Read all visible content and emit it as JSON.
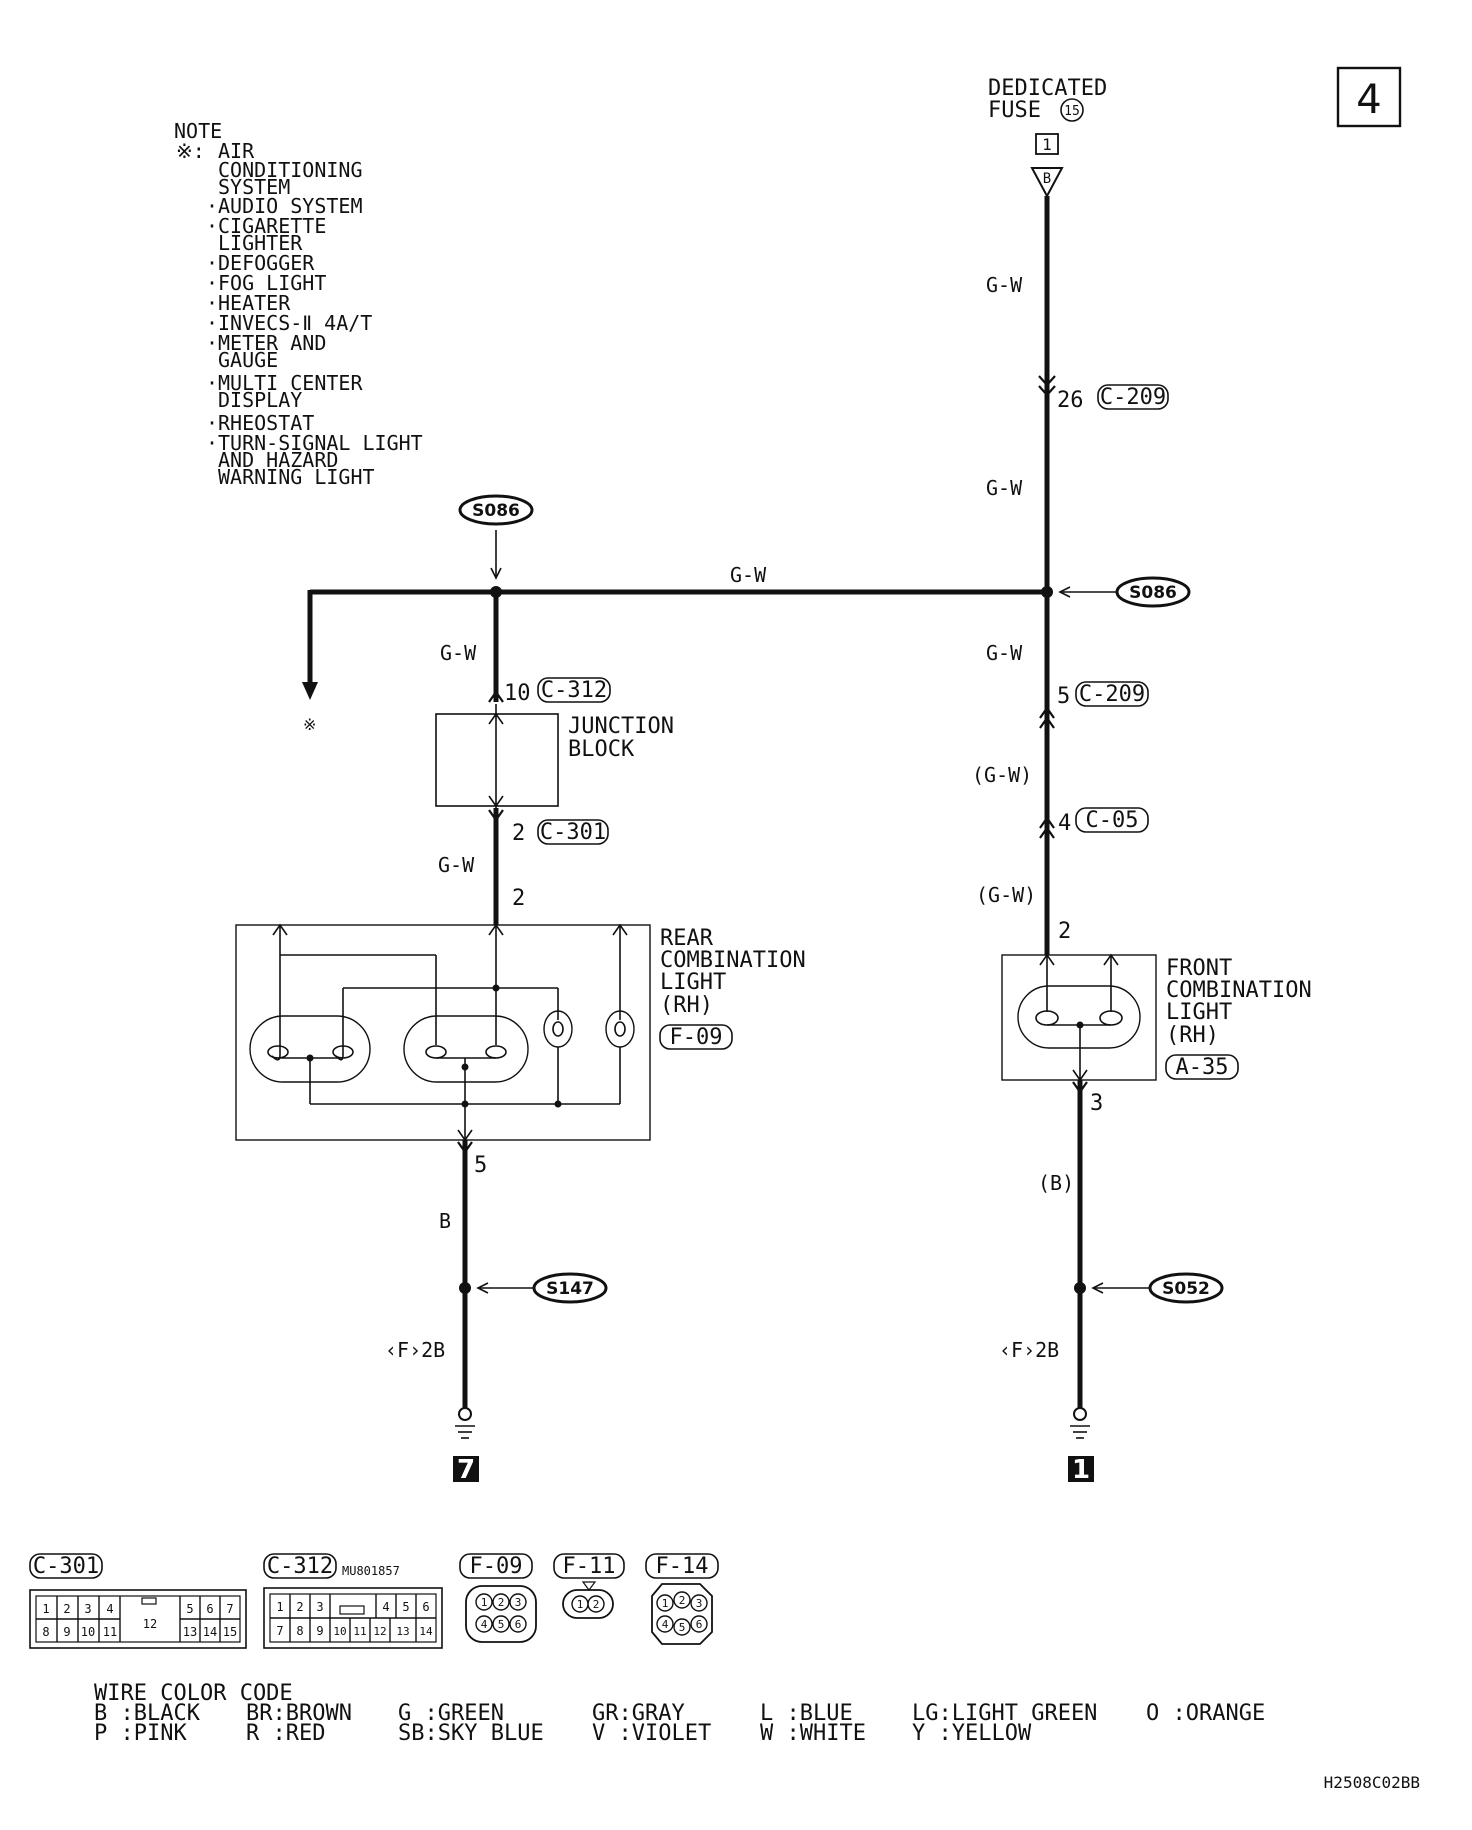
{
  "page_number": "4",
  "note": {
    "title": "NOTE",
    "marker": "※:",
    "items": [
      [
        "AIR",
        "CONDITIONING",
        "SYSTEM"
      ],
      [
        "AUDIO SYSTEM"
      ],
      [
        "CIGARETTE",
        "LIGHTER"
      ],
      [
        "DEFOGGER"
      ],
      [
        "FOG LIGHT"
      ],
      [
        "HEATER"
      ],
      [
        "INVECS-Ⅱ 4A/T"
      ],
      [
        "METER AND",
        "GAUGE"
      ],
      [
        "MULTI CENTER",
        "DISPLAY"
      ],
      [
        "RHEOSTAT"
      ],
      [
        "TURN-SIGNAL LIGHT",
        "AND HAZARD",
        "WARNING LIGHT"
      ]
    ]
  },
  "fuse": {
    "line1": "DEDICATED",
    "line2": "FUSE",
    "number": "15",
    "terminal": "1",
    "connector_letter": "B"
  },
  "wires": {
    "gw": "G-W",
    "gw_paren": "(G-W)",
    "b": "B",
    "b_paren": "(B)",
    "ground_code": "‹F›2B"
  },
  "splices": {
    "top_left": "S086",
    "top_right": "S086",
    "bottom_left": "S147",
    "bottom_right": "S052"
  },
  "connectors": {
    "c209_upper_pin": "26",
    "c209_upper": "C-209",
    "c312_pin": "10",
    "c312": "C-312",
    "c301_pin": "2",
    "c301": "C-301",
    "rear_pin_in": "2",
    "rear_pin_out": "5",
    "c209_lower_pin": "5",
    "c209_lower": "C-209",
    "c05_pin": "4",
    "c05": "C-05",
    "front_pin_in": "2",
    "front_pin_out": "3"
  },
  "components": {
    "junction_block": [
      "JUNCTION",
      "BLOCK"
    ],
    "rear_light": [
      "REAR",
      "COMBINATION",
      "LIGHT",
      "(RH)"
    ],
    "rear_light_conn": "F-09",
    "front_light": [
      "FRONT",
      "COMBINATION",
      "LIGHT",
      "(RH)"
    ],
    "front_light_conn": "A-35",
    "asterisk": "※"
  },
  "grounds": {
    "left": "7",
    "right": "1"
  },
  "connector_views": {
    "c301": {
      "label": "C-301",
      "row1": [
        "1",
        "2",
        "3",
        "4",
        "5",
        "6",
        "7"
      ],
      "center": "12",
      "row2": [
        "8",
        "9",
        "10",
        "11",
        "13",
        "14",
        "15"
      ]
    },
    "c312": {
      "label": "C-312",
      "part_no": "MU801857",
      "row1": [
        "1",
        "2",
        "3",
        "4",
        "5",
        "6"
      ],
      "row2": [
        "7",
        "8",
        "9",
        "10",
        "11",
        "12",
        "13",
        "14"
      ]
    },
    "f09": {
      "label": "F-09",
      "pins": [
        "1",
        "2",
        "3",
        "4",
        "5",
        "6"
      ]
    },
    "f11": {
      "label": "F-11",
      "pins": [
        "1",
        "2"
      ]
    },
    "f14": {
      "label": "F-14",
      "pins": [
        "1",
        "2",
        "3",
        "4",
        "5",
        "6"
      ]
    }
  },
  "wire_color_code": {
    "title": "WIRE COLOR CODE",
    "row1": [
      "B :BLACK",
      "BR:BROWN",
      "G :GREEN",
      "GR:GRAY",
      "L :BLUE",
      "LG:LIGHT GREEN",
      "O :ORANGE"
    ],
    "row2": [
      "P :PINK",
      "R :RED",
      "SB:SKY BLUE",
      "V :VIOLET",
      "W :WHITE",
      "Y :YELLOW"
    ]
  },
  "figure_code": "H2508C02BB"
}
